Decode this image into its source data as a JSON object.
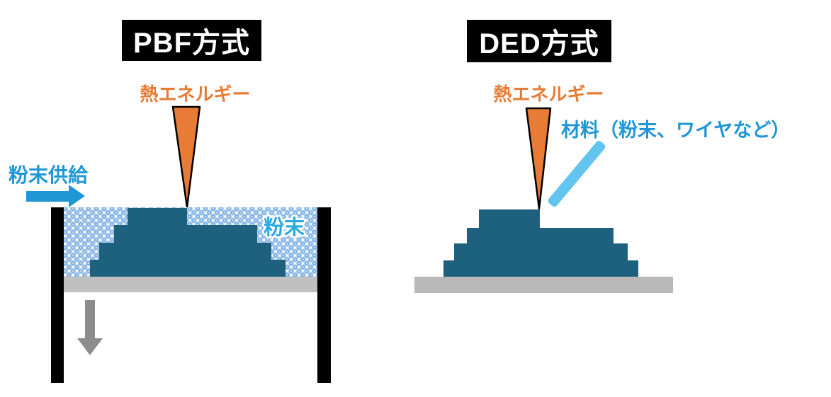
{
  "diagram": {
    "type": "comparison-of-additive-manufacturing-methods",
    "left_panel": {
      "title": "PBF方式",
      "heat_label": "熱エネルギー",
      "powder_supply_label": "粉末供給",
      "powder_label": "粉末",
      "icons": [
        "heat-beam-cone-icon",
        "powder-supply-arrow-icon",
        "platform-down-arrow-icon"
      ]
    },
    "right_panel": {
      "title": "DED方式",
      "heat_label": "熱エネルギー",
      "material_label": "材料（粉末、ワイヤなど）",
      "icons": [
        "heat-beam-cone-icon",
        "material-feed-bar-icon"
      ]
    },
    "colors": {
      "heat_orange": "#E87B35",
      "label_blue": "#2097D4",
      "powder_tag_blue": "#2AA9DF",
      "material_bar_light_blue": "#63C5EF",
      "printed_part_teal": "#1D617F",
      "platform_gray": "#C0C0C0",
      "down_arrow_gray": "#8C8C8C",
      "powder_dot_blue": "#7FB0E4",
      "title_bg": "#000000",
      "title_text": "#FFFFFF"
    }
  }
}
